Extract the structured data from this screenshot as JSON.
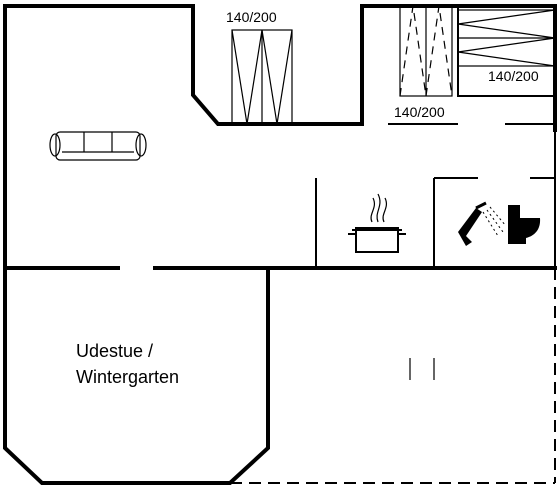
{
  "rooms": {
    "winter_garden_line1": "Udestue /",
    "winter_garden_line2": "Wintergarten"
  },
  "beds": {
    "top_center": "140/200",
    "top_right_horizontal": "140/200",
    "top_right_vertical": "140/200"
  },
  "icons": [
    "sofa-icon",
    "cooking-pot-icon",
    "shower-icon",
    "toilet-icon"
  ],
  "colors": {
    "line": "#000000",
    "background": "#ffffff"
  }
}
